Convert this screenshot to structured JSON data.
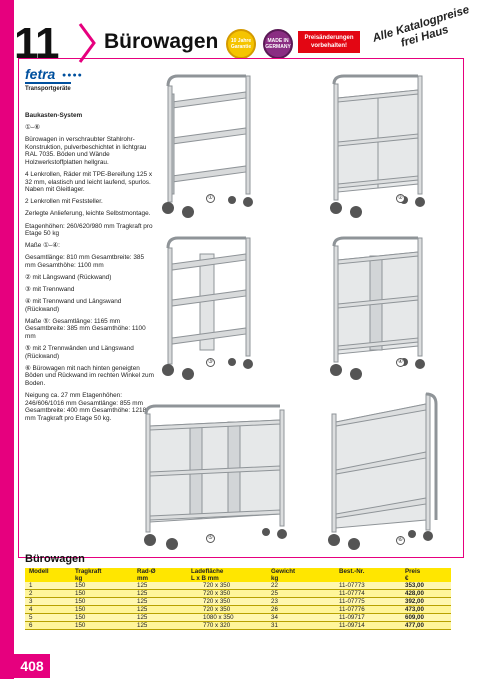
{
  "header": {
    "chapter_number": "11",
    "chapter_title": "Bürowagen",
    "badge1_text": "10 Jahre Garantie",
    "badge2_text": "MADE IN GERMANY",
    "price_notice": "Preisänderungen vorbehalten!",
    "catalog_line1": "Alle Katalogpreise",
    "catalog_line2": "frei Haus"
  },
  "brand": {
    "name": "fetra",
    "dots": "●●●●",
    "subtitle": "Transportgeräte"
  },
  "description": [
    {
      "text": "Baukasten-System",
      "bold": true
    },
    {
      "text": "①–⑥",
      "bold": false
    },
    {
      "text": "Bürowagen in verschraubter Stahlrohr-Konstruktion, pulverbeschichtet in lichtgrau RAL 7035. Böden und Wände Holzwerkstoffplatten hellgrau.",
      "bold": false
    },
    {
      "text": "4 Lenkrollen, Räder mit TPE-Bereifung 125 x 32 mm, elastisch und leicht laufend, spurlos. Naben mit Gleitlager.",
      "bold": false
    },
    {
      "text": "2 Lenkrollen mit Feststeller.",
      "bold": false
    },
    {
      "text": "Zerlegte Anlieferung, leichte Selbstmontage.",
      "bold": false
    },
    {
      "text": "Etagenhöhen: 260/620/980 mm Tragkraft pro Etage 50 kg",
      "bold": false
    },
    {
      "text": "Maße ①–④:",
      "bold": false
    },
    {
      "text": "Gesamtlänge: 810 mm Gesamtbreite: 385 mm Gesamthöhe: 1100 mm",
      "bold": false
    },
    {
      "text": "② mit Längswand (Rückwand)",
      "bold": false
    },
    {
      "text": "③ mit Trennwand",
      "bold": false
    },
    {
      "text": "④ mit Trennwand und Längswand (Rückwand)",
      "bold": false
    },
    {
      "text": "Maße ⑤: Gesamtlänge: 1165 mm Gesamtbreite: 385 mm Gesamthöhe: 1100 mm",
      "bold": false
    },
    {
      "text": "⑤ mit 2 Trennwänden und Längswand (Rückwand)",
      "bold": false
    },
    {
      "text": "⑥ Bürowagen mit nach hinten geneigten Böden und Rückwand im rechten Winkel zum Boden.",
      "bold": false
    },
    {
      "text": "Neigung ca. 27 mm Etagenhöhen: 246/606/1016 mm Gesamtlänge: 855 mm Gesamtbreite: 400 mm Gesamthöhe: 1218 mm Tragkraft pro Etage 50 kg.",
      "bold": false
    }
  ],
  "products": [
    "①",
    "②",
    "③",
    "④",
    "⑤",
    "⑥"
  ],
  "table": {
    "title": "Bürowagen",
    "headers": [
      {
        "l1": "Modell",
        "l2": ""
      },
      {
        "l1": "Tragkraft",
        "l2": "kg"
      },
      {
        "l1": "Rad-Ø",
        "l2": "mm"
      },
      {
        "l1": "Ladefläche",
        "l2": "L x B mm"
      },
      {
        "l1": "Gewicht",
        "l2": "kg"
      },
      {
        "l1": "Best.-Nr.",
        "l2": ""
      },
      {
        "l1": "Preis",
        "l2": "€"
      }
    ],
    "rows": [
      [
        "1",
        "150",
        "125",
        "720 x 350",
        "22",
        "11-07773",
        "353,00"
      ],
      [
        "2",
        "150",
        "125",
        "720 x 350",
        "25",
        "11-07774",
        "428,00"
      ],
      [
        "3",
        "150",
        "125",
        "720 x 350",
        "23",
        "11-07775",
        "392,00"
      ],
      [
        "4",
        "150",
        "125",
        "720 x 350",
        "26",
        "11-07776",
        "473,00"
      ],
      [
        "5",
        "150",
        "125",
        "1080 x 350",
        "34",
        "11-09717",
        "609,00"
      ],
      [
        "6",
        "150",
        "125",
        "770 x 320",
        "31",
        "11-09714",
        "477,00"
      ]
    ]
  },
  "page_number": "408",
  "colors": {
    "accent": "#e6007e",
    "table_header": "#ffe600",
    "brand": "#00509e"
  }
}
